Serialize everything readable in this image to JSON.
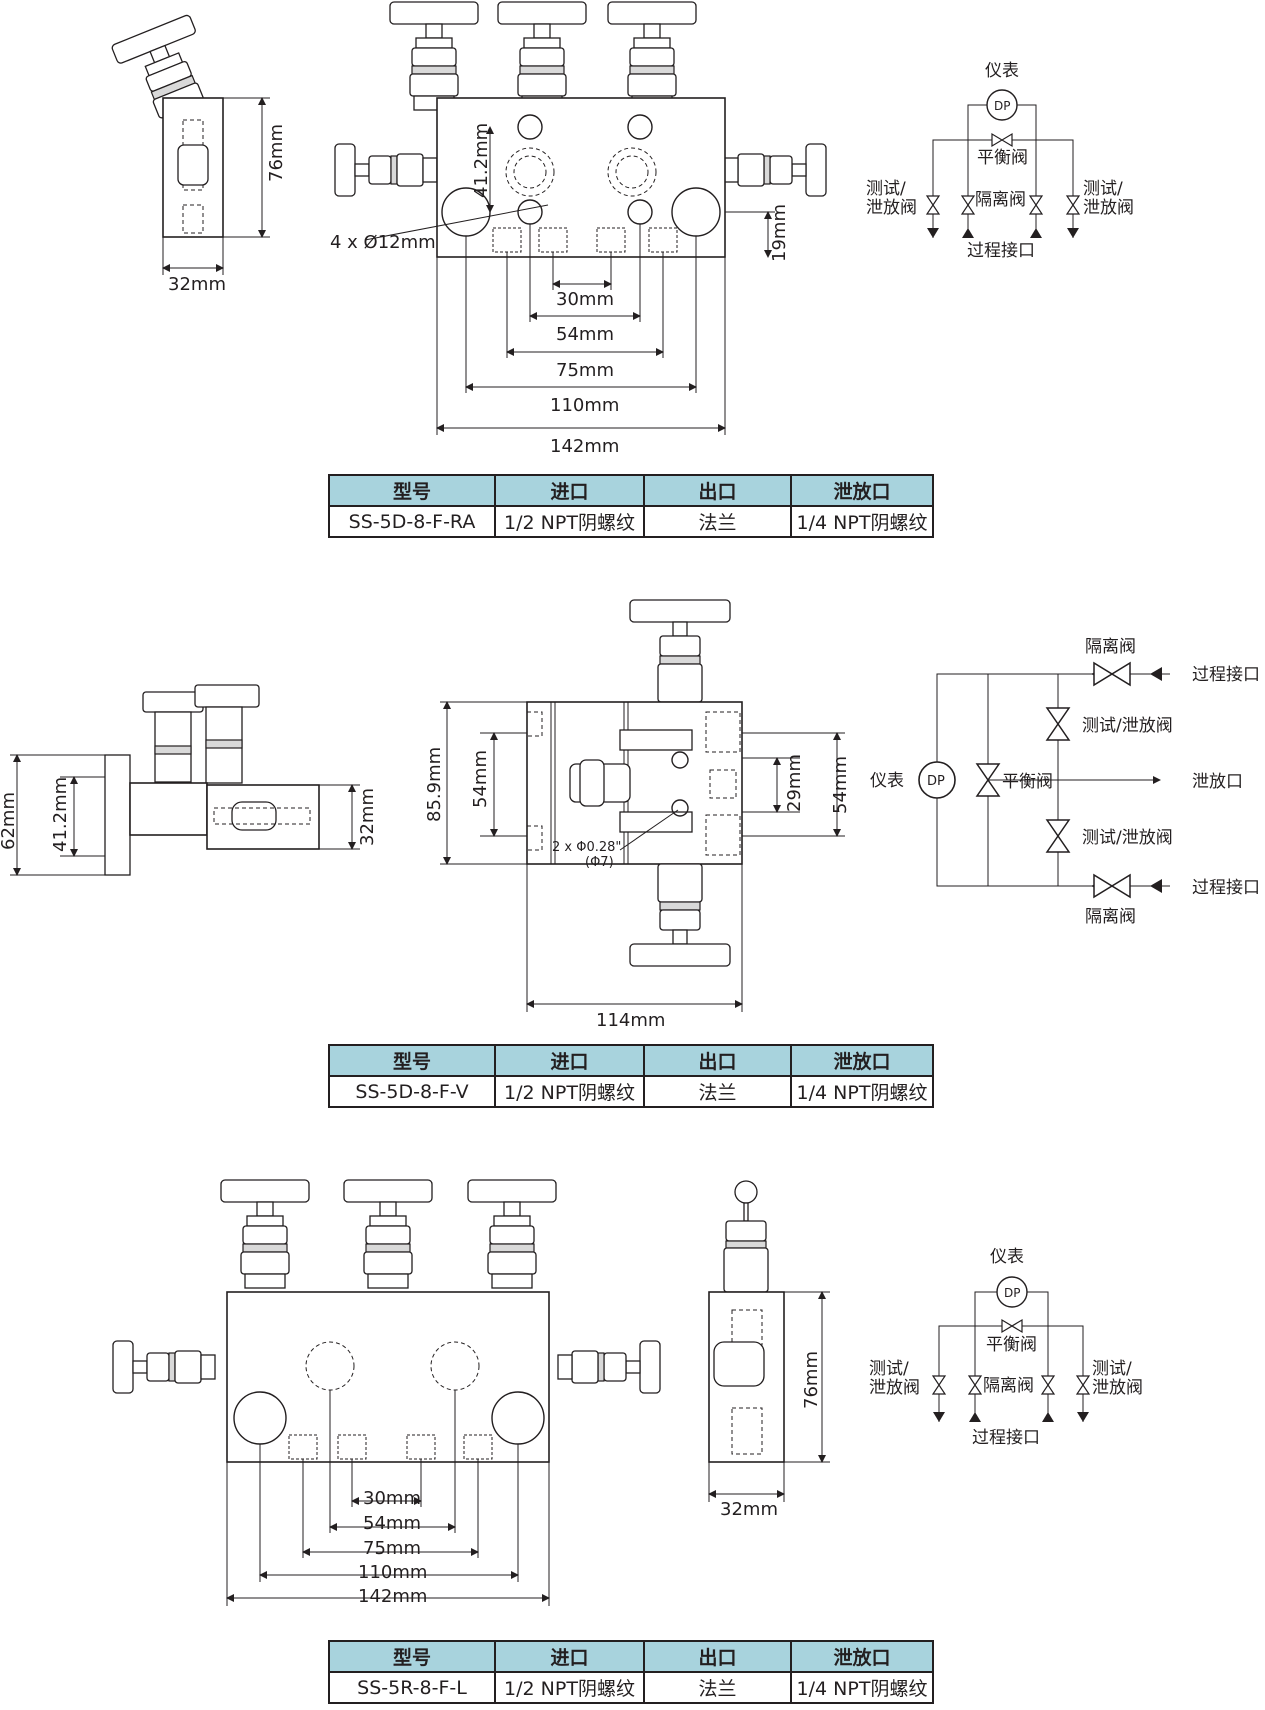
{
  "section1": {
    "dims": {
      "d76": "76mm",
      "d32": "32mm",
      "d41": "41.2mm",
      "holes": "4 x Ø12mm",
      "d19": "19mm",
      "d30": "30mm",
      "d54": "54mm",
      "d75": "75mm",
      "d110": "110mm",
      "d142": "142mm"
    },
    "schematic": {
      "instrument": "仪表",
      "dp": "DP",
      "equalize": "平衡阀",
      "isolate": "隔离阀",
      "test_l1": "测试/",
      "test_l2": "泄放阀",
      "process": "过程接口"
    },
    "table": {
      "headers": [
        "型号",
        "进口",
        "出口",
        "泄放口"
      ],
      "row": [
        "SS-5D-8-F-RA",
        "1/2 NPT阴螺纹",
        "法兰",
        "1/4 NPT阴螺纹"
      ]
    }
  },
  "section2": {
    "dims": {
      "d62": "62mm",
      "d41": "41.2mm",
      "d32": "32mm",
      "d859": "85.9mm",
      "d54a": "54mm",
      "holes1": "2 x Φ0.28\"",
      "holes2": "(Φ7)",
      "d29": "29mm",
      "d54b": "54mm",
      "d114": "114mm"
    },
    "schematic": {
      "isolate_top": "隔离阀",
      "process_top": "过程接口",
      "test_top": "测试/泄放阀",
      "instrument": "仪表",
      "dp": "DP",
      "equalize": "平衡阀",
      "vent": "泄放口",
      "test_bottom": "测试/泄放阀",
      "process_bottom": "过程接口",
      "isolate_bottom": "隔离阀"
    },
    "table": {
      "headers": [
        "型号",
        "进口",
        "出口",
        "泄放口"
      ],
      "row": [
        "SS-5D-8-F-V",
        "1/2 NPT阴螺纹",
        "法兰",
        "1/4 NPT阴螺纹"
      ]
    }
  },
  "section3": {
    "dims": {
      "d30": "30mm",
      "d54": "54mm",
      "d75": "75mm",
      "d110": "110mm",
      "d142": "142mm",
      "d76": "76mm",
      "d32": "32mm"
    },
    "schematic": {
      "instrument": "仪表",
      "dp": "DP",
      "equalize": "平衡阀",
      "isolate": "隔离阀",
      "test_l1": "测试/",
      "test_l2": "泄放阀",
      "process": "过程接口"
    },
    "table": {
      "headers": [
        "型号",
        "进口",
        "出口",
        "泄放口"
      ],
      "row": [
        "SS-5R-8-F-L",
        "1/2 NPT阴螺纹",
        "法兰",
        "1/4 NPT阴螺纹"
      ]
    }
  }
}
